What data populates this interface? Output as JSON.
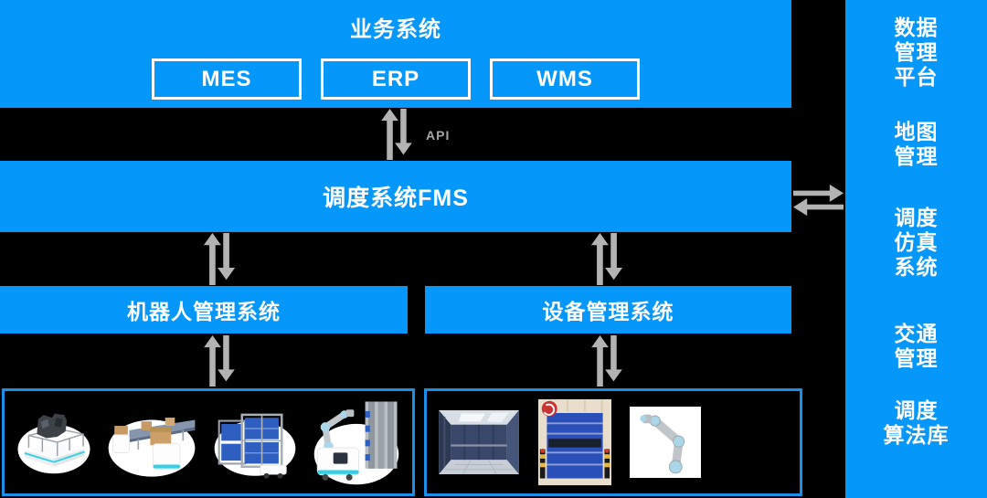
{
  "colors": {
    "bar_blue": "#0697fb",
    "gallery_border_blue": "#1b8fe8",
    "arrow_gray": "#b3b3b3",
    "text_white": "#ffffff",
    "api_gray": "#a6a6a6"
  },
  "business_bar": {
    "title": "业务系统",
    "systems": [
      {
        "label": "MES"
      },
      {
        "label": "ERP"
      },
      {
        "label": "WMS"
      }
    ]
  },
  "api_link": {
    "label": "API"
  },
  "fms_bar": {
    "label": "调度系统FMS"
  },
  "robot_bar": {
    "label": "机器人管理系统"
  },
  "device_bar": {
    "label": "设备管理系统"
  },
  "robot_gallery": {
    "items": [
      {
        "name": "agv-engine-carrier-photo"
      },
      {
        "name": "agv-box-conveyor-photo"
      },
      {
        "name": "agv-cage-bins-photo"
      },
      {
        "name": "mobile-manipulator-rack-photo"
      }
    ]
  },
  "device_gallery": {
    "items": [
      {
        "name": "freight-elevator-photo"
      },
      {
        "name": "rapid-roll-door-photo"
      },
      {
        "name": "collaborative-robot-arm-photo"
      }
    ]
  },
  "sidebar": {
    "items": [
      {
        "lines": [
          "数据",
          "管理",
          "平台"
        ]
      },
      {
        "lines": [
          "地图",
          "管理"
        ]
      },
      {
        "lines": [
          "调度",
          "仿真",
          "系统"
        ]
      },
      {
        "lines": [
          "交通",
          "管理"
        ]
      },
      {
        "lines": [
          "调度",
          "算法库"
        ]
      }
    ]
  }
}
